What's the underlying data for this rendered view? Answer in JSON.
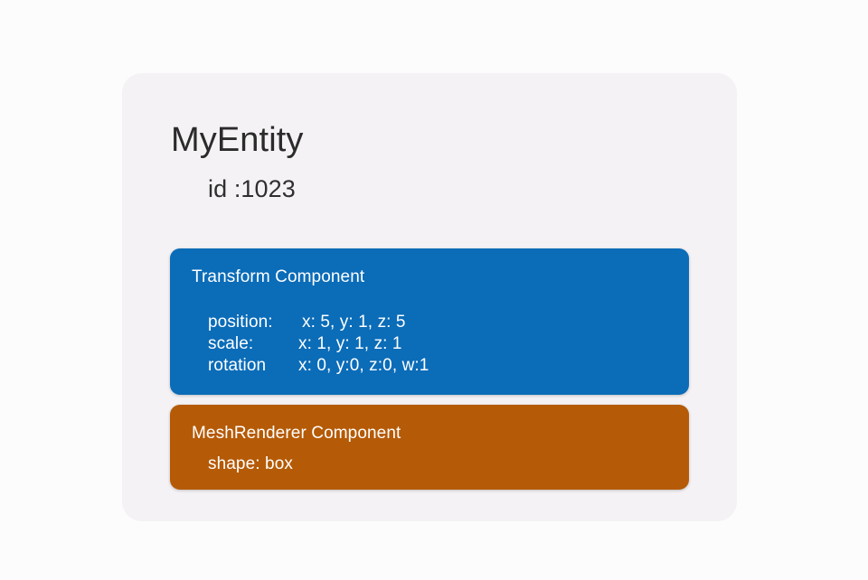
{
  "page": {
    "background_color": "#fcfcfc"
  },
  "entity": {
    "title": "MyEntity",
    "id_label": "id :1023",
    "card_color": "#f4f2f4"
  },
  "components": [
    {
      "name": "transform",
      "title": "Transform Component",
      "color": "#0b6cb8",
      "properties": [
        {
          "key": "position:",
          "value": "x: 5, y: 1, z: 5"
        },
        {
          "key": "scale:",
          "value": "x: 1, y: 1, z: 1"
        },
        {
          "key": "rotation",
          "value": "x: 0, y:0, z:0, w:1"
        }
      ]
    },
    {
      "name": "meshrenderer",
      "title": "MeshRenderer Component",
      "color": "#b55a06",
      "properties": [
        {
          "key": "shape: box",
          "value": ""
        }
      ]
    }
  ]
}
